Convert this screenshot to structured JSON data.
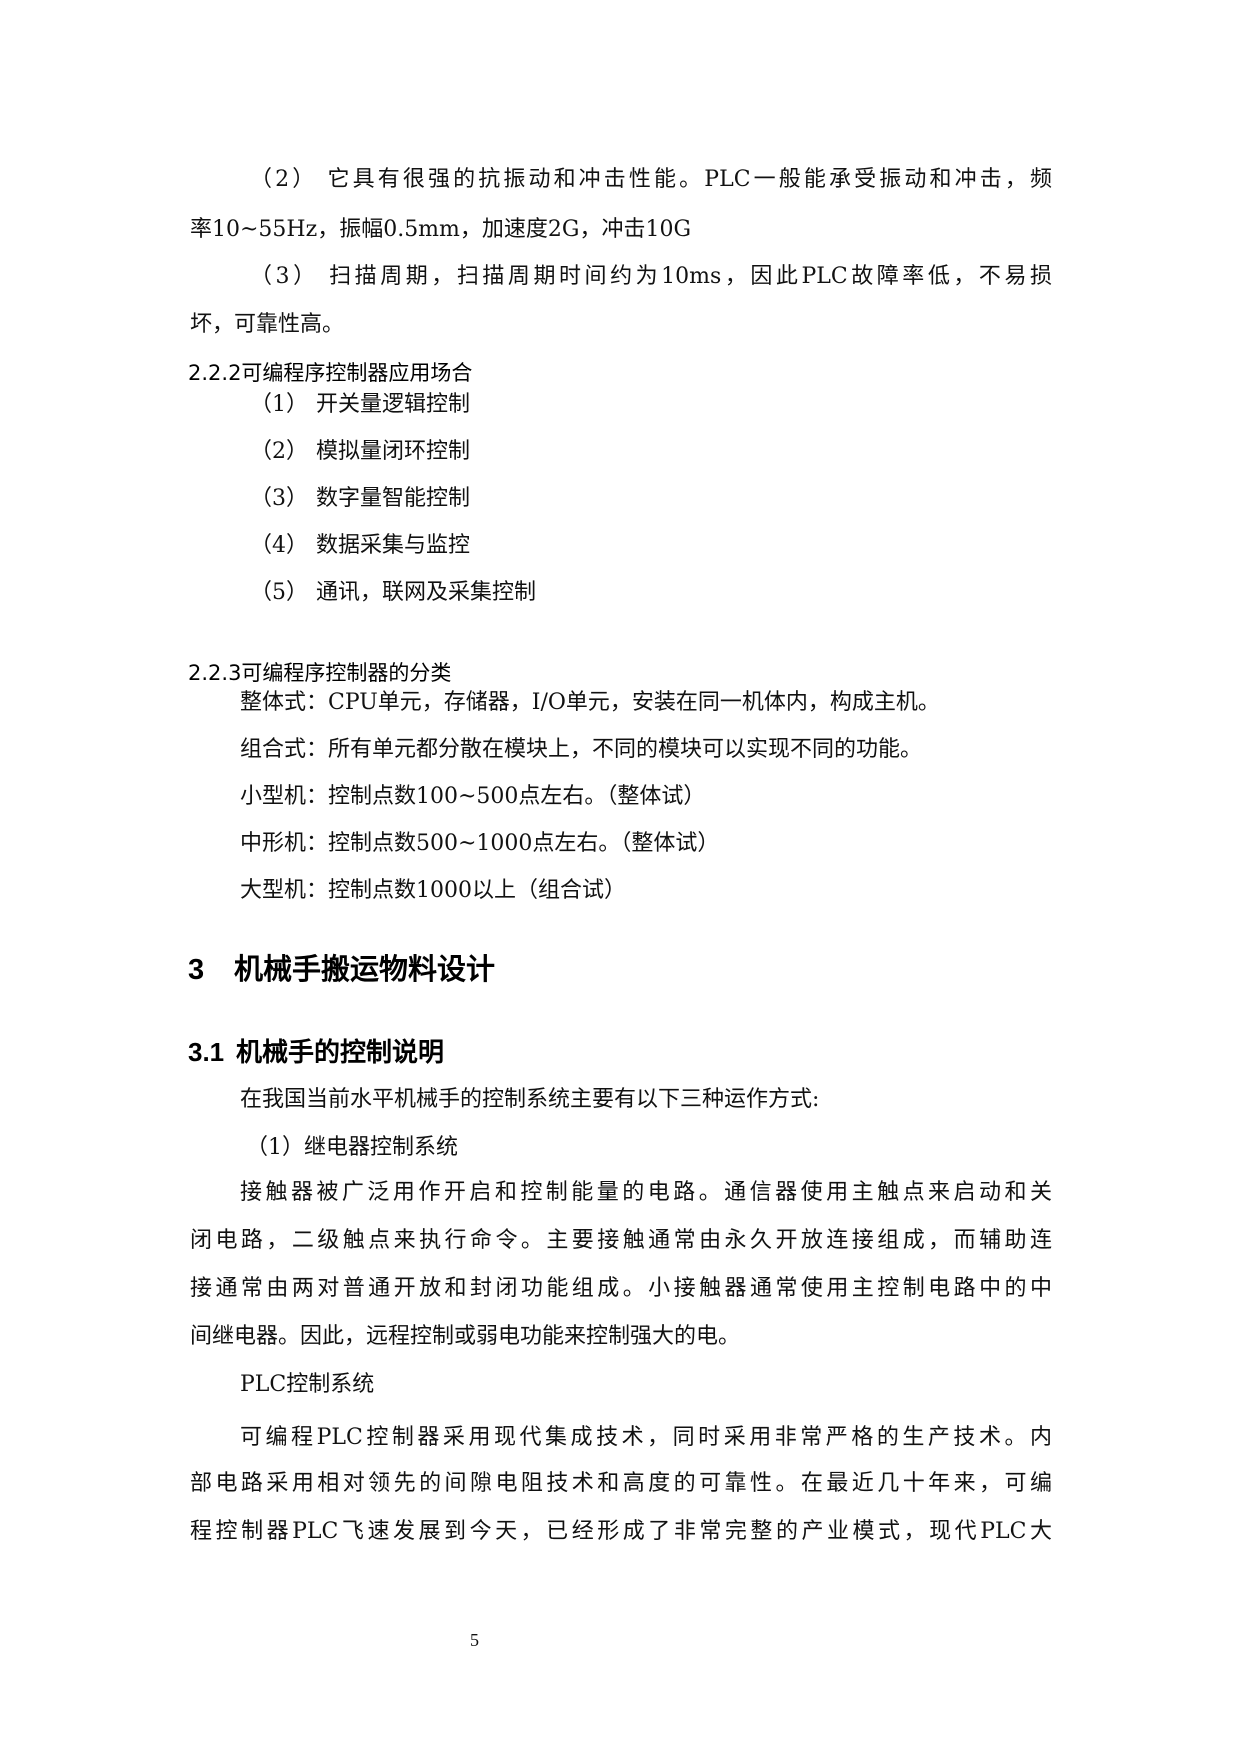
{
  "section_2_1_continued": {
    "para_2": {
      "line1": "（2） 它具有很强的抗振动和冲击性能。PLC一般能承受振动和冲击，频",
      "line2": "率10~55Hz，振幅0.5mm，加速度2G，冲击10G"
    },
    "para_3": {
      "line1": "（3） 扫描周期，扫描周期时间约为10ms，因此PLC故障率低，不易损",
      "line2": "坏，可靠性高。"
    }
  },
  "section_2_2_2": {
    "heading": "2.2.2可编程序控制器应用场合",
    "items": [
      {
        "label": "（1）",
        "text": "开关量逻辑控制"
      },
      {
        "label": "（2）",
        "text": "模拟量闭环控制"
      },
      {
        "label": "（3）",
        "text": "数字量智能控制"
      },
      {
        "label": "（4）",
        "text": "数据采集与监控"
      },
      {
        "label": "（5）",
        "text": "通讯，联网及采集控制"
      }
    ]
  },
  "section_2_2_3": {
    "heading": "2.2.3可编程序控制器的分类",
    "lines": [
      "整体式：CPU单元，存储器，I/O单元，安装在同一机体内，构成主机。",
      "组合式：所有单元都分散在模块上，不同的模块可以实现不同的功能。",
      "小型机：控制点数100~500点左右。（整体试）",
      "中形机：控制点数500~1000点左右。（整体试）",
      "大型机：控制点数1000以上（组合试）"
    ]
  },
  "chapter_3": {
    "number": "3",
    "title": "机械手搬运物料设计"
  },
  "section_3_1": {
    "number": "3.1",
    "title": "机械手的控制说明",
    "intro": "在我国当前水平机械手的控制系统主要有以下三种运作方式:",
    "relay_heading": "（1）继电器控制系统",
    "relay_para": [
      "接触器被广泛用作开启和控制能量的电路。通信器使用主触点来启动和关",
      "闭电路，二级触点来执行命令。主要接触通常由永久开放连接组成，而辅助连",
      "接通常由两对普通开放和封闭功能组成。小接触器通常使用主控制电路中的中",
      "间继电器。因此，远程控制或弱电功能来控制强大的电。"
    ],
    "plc_heading": "PLC控制系统",
    "plc_para": [
      "可编程PLC控制器采用现代集成技术，同时采用非常严格的生产技术。内",
      "部电路采用相对领先的间隙电阻技术和高度的可靠性。在最近几十年来，可编",
      "程控制器PLC飞速发展到今天，已经形成了非常完整的产业模式，现代PLC大"
    ]
  },
  "footer": {
    "page_number": "5"
  }
}
